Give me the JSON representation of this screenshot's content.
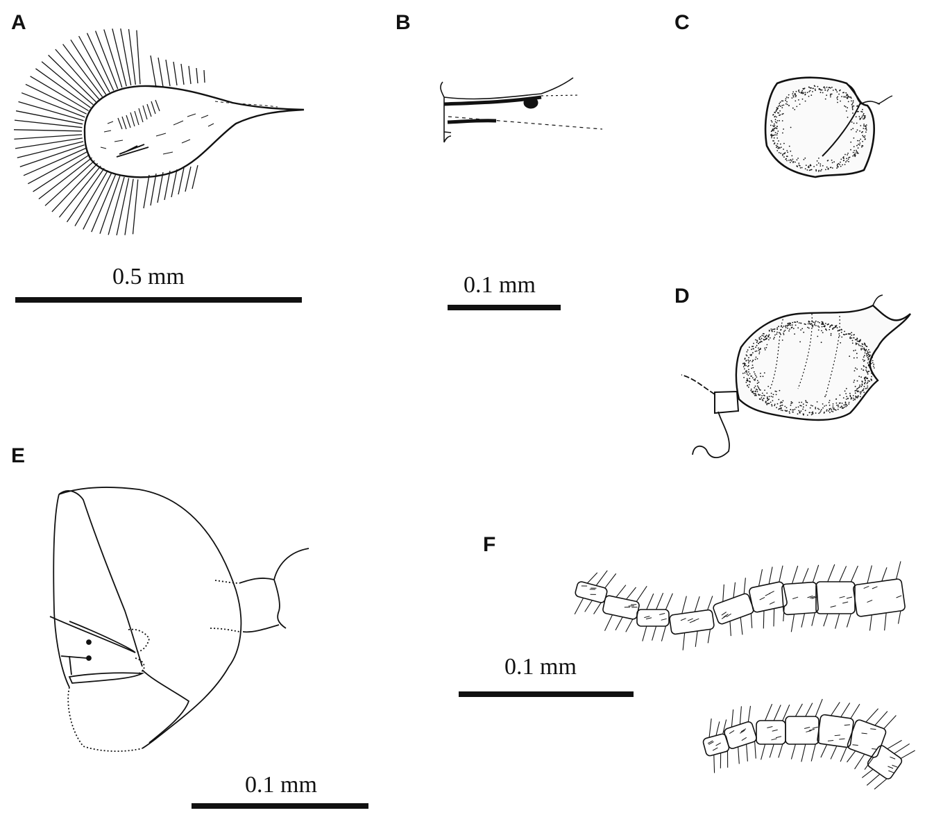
{
  "panels": {
    "a": {
      "label": "A",
      "scale_label": "0.5 mm"
    },
    "b": {
      "label": "B",
      "scale_label": "0.1 mm"
    },
    "c": {
      "label": "C"
    },
    "d": {
      "label": "D"
    },
    "e": {
      "label": "E",
      "scale_label": "0.1 mm"
    },
    "f": {
      "label": "F",
      "scale_label": "0.1 mm"
    }
  },
  "colors": {
    "ink": "#111111",
    "background": "#ffffff"
  }
}
